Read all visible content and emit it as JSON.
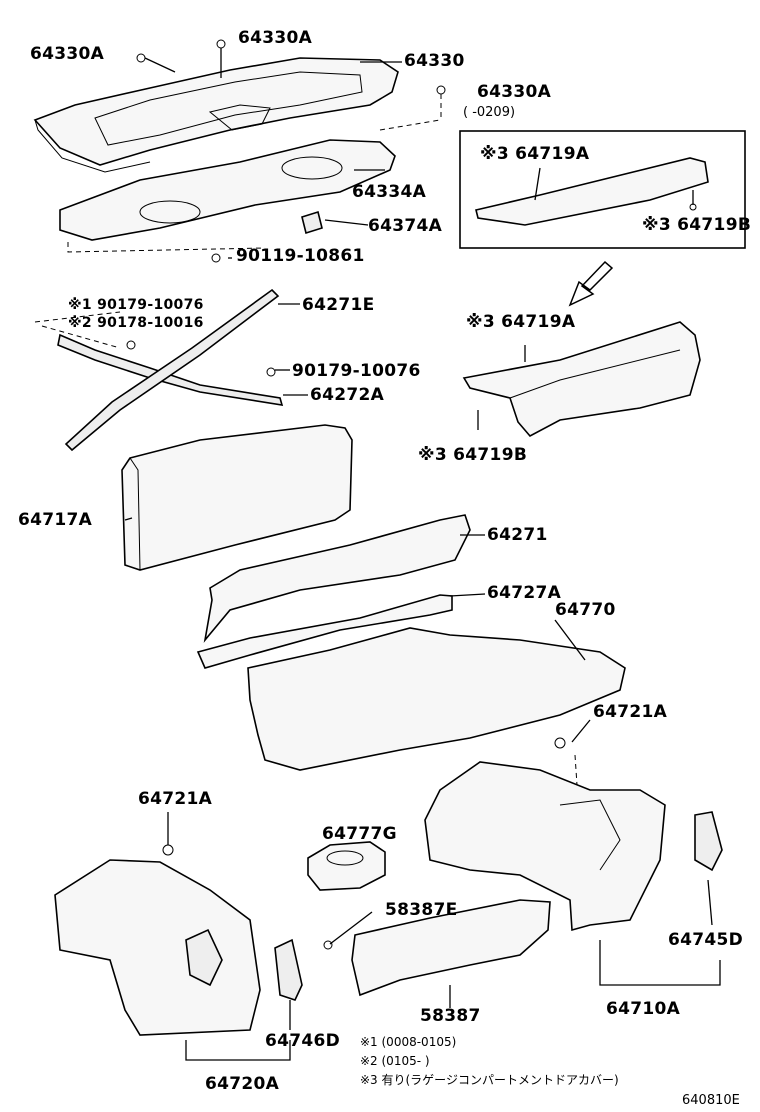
{
  "diagram": {
    "labels": {
      "l_64330A_1": "64330A",
      "l_64330A_2": "64330A",
      "l_64330": "64330",
      "l_64330A_3": "64330A",
      "l_64330A_3_range": "(       -0209)",
      "l_64719A_box": "※3 64719A",
      "l_64334A": "64334A",
      "l_64374A": "64374A",
      "l_64719B_box": "※3 64719B",
      "l_90119": "90119-10861",
      "l_64271E": "64271E",
      "l_90179_a": "※1 90179-10076",
      "l_90178": "※2 90178-10016",
      "l_64719A": "※3 64719A",
      "l_90179_b": "90179-10076",
      "l_64272A": "64272A",
      "l_64719B": "※3 64719B",
      "l_64717A": "64717A",
      "l_64271": "64271",
      "l_64727A": "64727A",
      "l_64770": "64770",
      "l_64721A_r": "64721A",
      "l_64721A_l": "64721A",
      "l_64777G": "64777G",
      "l_58387E": "58387E",
      "l_64745D": "64745D",
      "l_58387": "58387",
      "l_64710A": "64710A",
      "l_64746D": "64746D",
      "l_64720A": "64720A"
    },
    "notes": {
      "n1": "※1 (0008-0105)",
      "n2": "※2 (0105-       )",
      "n3": "※3 有り(ラゲージコンパートメントドアカバー)"
    },
    "figure_code": "640810E"
  }
}
